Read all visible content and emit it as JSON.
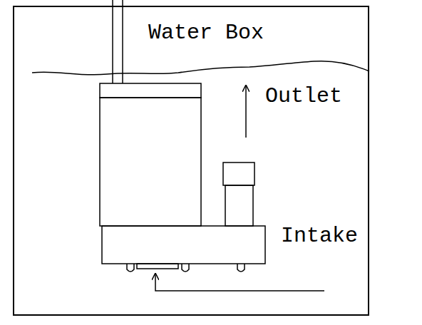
{
  "diagram": {
    "nodes": [
      {
        "text": [
          "Water Box"
        ]
      }
    ],
    "labels": [
      "Outlet",
      "Intake"
    ]
  }
}
